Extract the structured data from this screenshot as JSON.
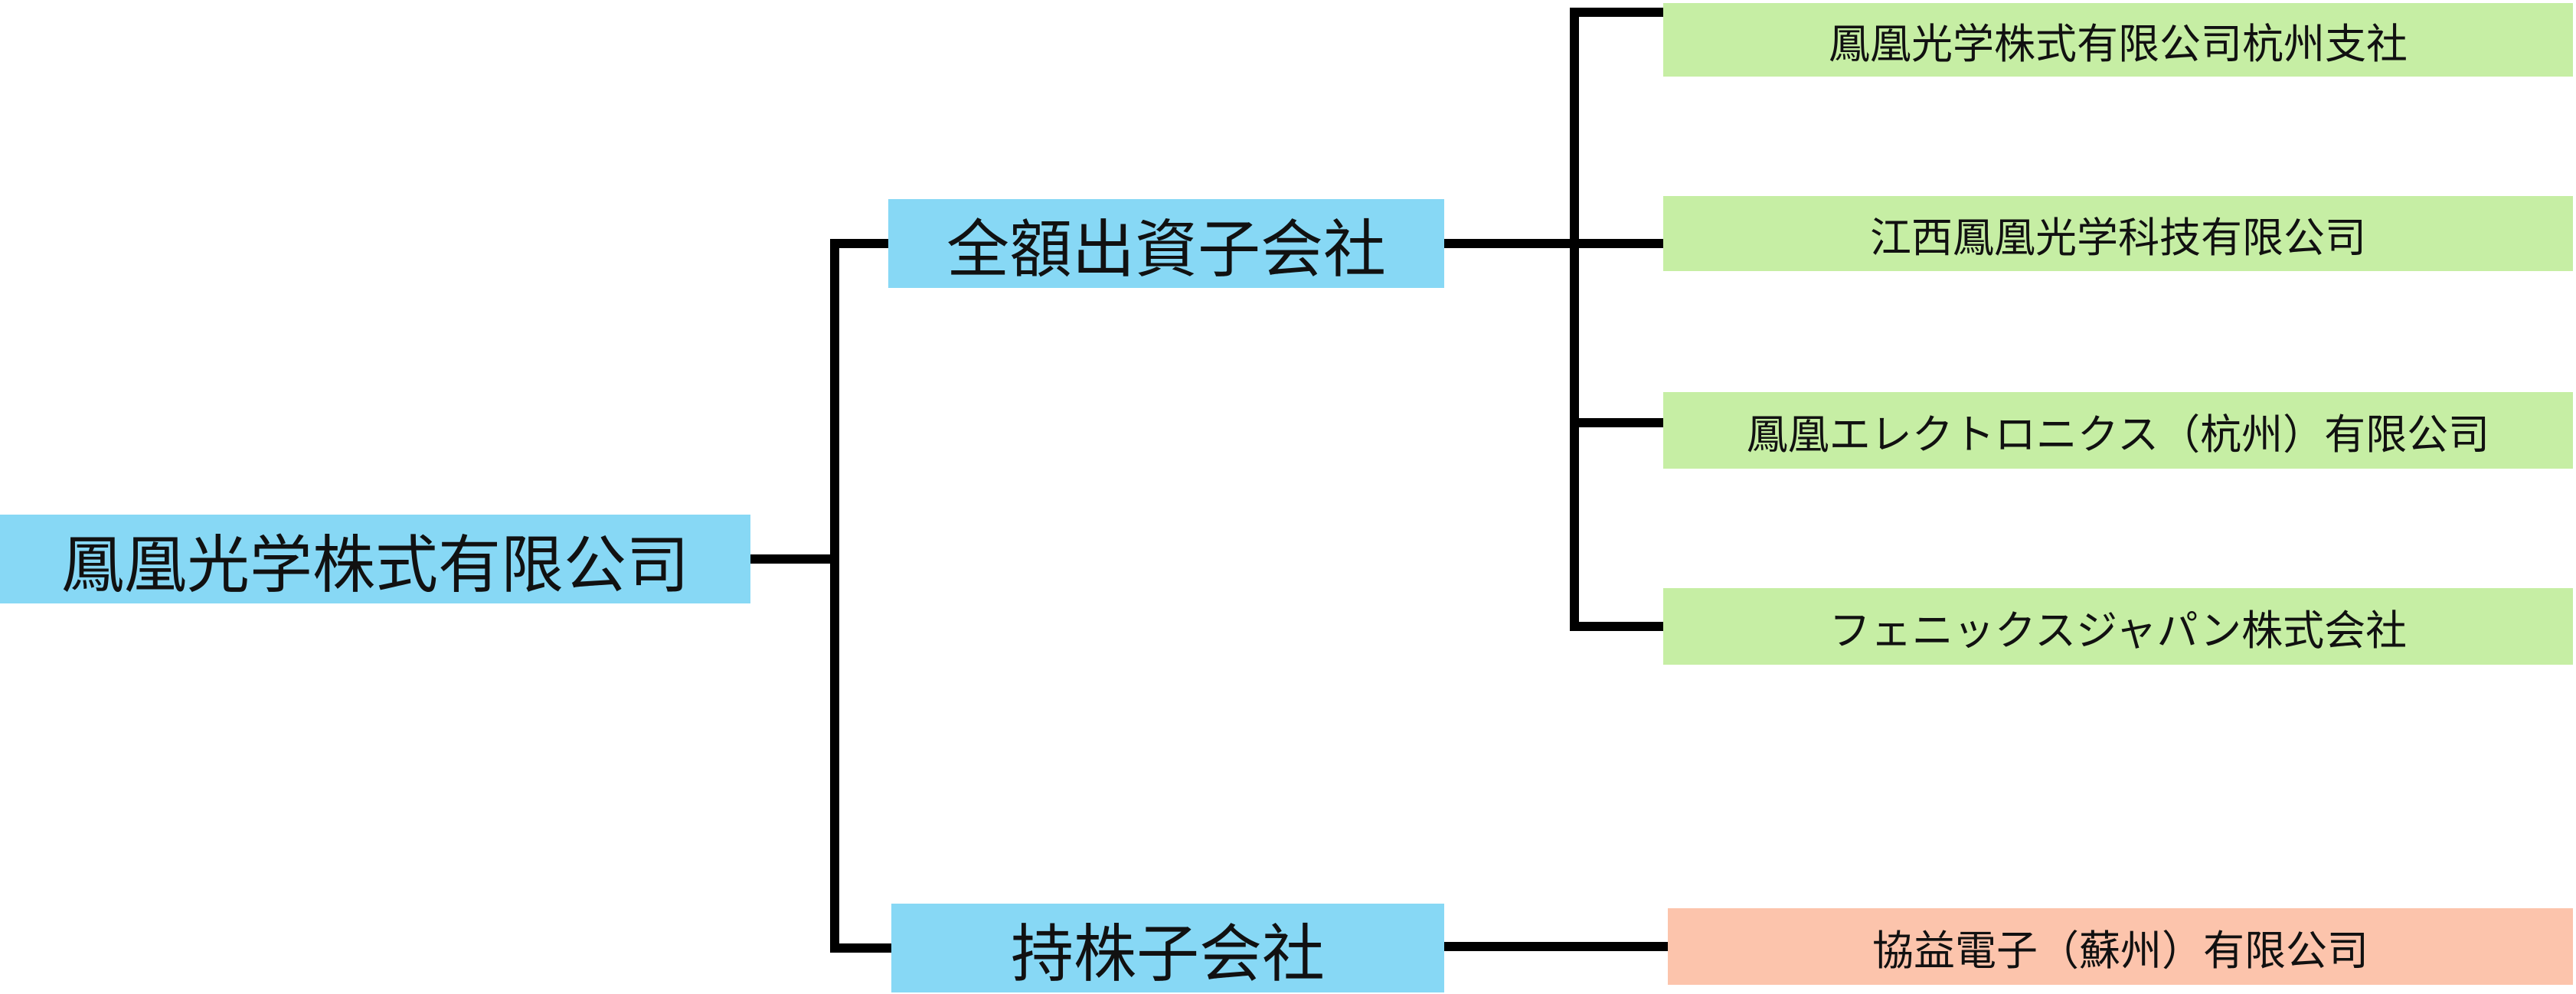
{
  "root": {
    "label": "鳳凰光学株式有限公司"
  },
  "categories": [
    {
      "label": "全額出資子会社",
      "children": [
        "鳳凰光学株式有限公司杭州支社",
        "江西鳳凰光学科技有限公司",
        "鳳凰エレクトロニクス（杭州）有限公司",
        "フェニックスジャパン株式会社"
      ]
    },
    {
      "label": "持株子会社",
      "children": [
        "協益電子（蘇州）有限公司"
      ]
    }
  ],
  "colors": {
    "root_fill": "#87d8f5",
    "category_fill": "#87d8f5",
    "wholly_owned_fill": "#c6eea4",
    "holding_fill": "#fcc4ac",
    "connector": "#000000"
  }
}
